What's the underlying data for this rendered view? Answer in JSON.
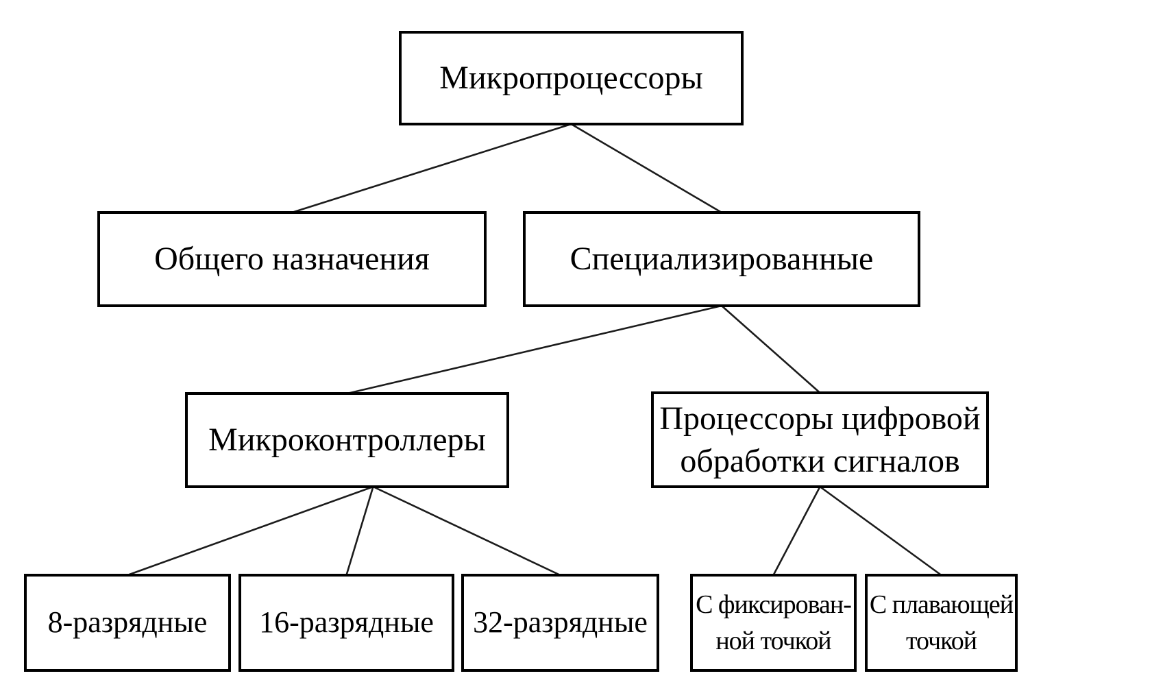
{
  "diagram": {
    "description": "Classification tree of microprocessors",
    "background_color": "#ffffff",
    "box_border_color": "#000000",
    "text_color": "#000000",
    "line_color": "#1c1c1c",
    "nodes": [
      {
        "id": "root",
        "label": "Микропроцессоры"
      },
      {
        "id": "general",
        "label": "Общего назначения"
      },
      {
        "id": "specialized",
        "label": "Специализированные"
      },
      {
        "id": "mcu",
        "label": "Микроконтроллеры"
      },
      {
        "id": "dsp",
        "label": "Процессоры цифровой\nобработки сигналов"
      },
      {
        "id": "bit8",
        "label": "8-разрядные"
      },
      {
        "id": "bit16",
        "label": "16-разрядные"
      },
      {
        "id": "bit32",
        "label": "32-разрядные"
      },
      {
        "id": "fixed",
        "label": "С фиксирован-\nной точкой"
      },
      {
        "id": "floating",
        "label": "С плавающей\nточкой"
      }
    ],
    "edges": [
      {
        "from": "root",
        "to": "general"
      },
      {
        "from": "root",
        "to": "specialized"
      },
      {
        "from": "specialized",
        "to": "mcu"
      },
      {
        "from": "specialized",
        "to": "dsp"
      },
      {
        "from": "mcu",
        "to": "bit8"
      },
      {
        "from": "mcu",
        "to": "bit16"
      },
      {
        "from": "mcu",
        "to": "bit32"
      },
      {
        "from": "dsp",
        "to": "fixed"
      },
      {
        "from": "dsp",
        "to": "floating"
      }
    ]
  }
}
